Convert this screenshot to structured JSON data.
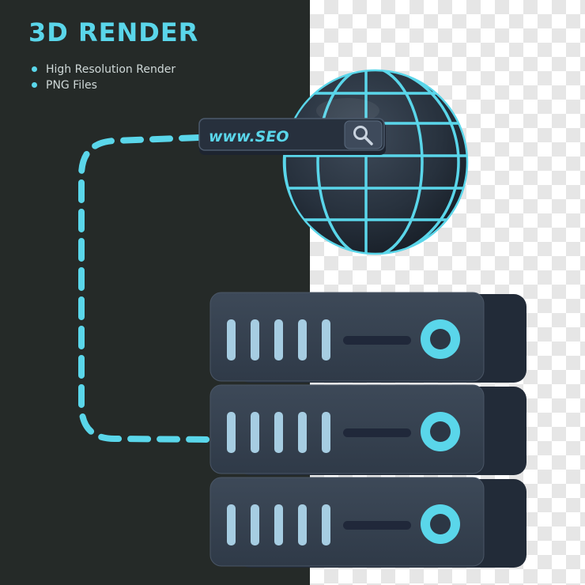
{
  "heading": "3D RENDER",
  "features": [
    "High Resolution Render",
    "PNG Files"
  ],
  "search_bar": {
    "text": "www.SEO",
    "icon": "magnifier-icon"
  },
  "icons": {
    "globe": "globe-icon",
    "server": "server-rack-icon"
  },
  "server_units": 3,
  "colors": {
    "panel_bg": "#252a28",
    "accent": "#5ad6ea",
    "server_body": "#364150",
    "server_side": "#222b38",
    "slot": "#a6cde2",
    "globe_dark": "#1e2733",
    "checker": "#e6e6e6"
  }
}
